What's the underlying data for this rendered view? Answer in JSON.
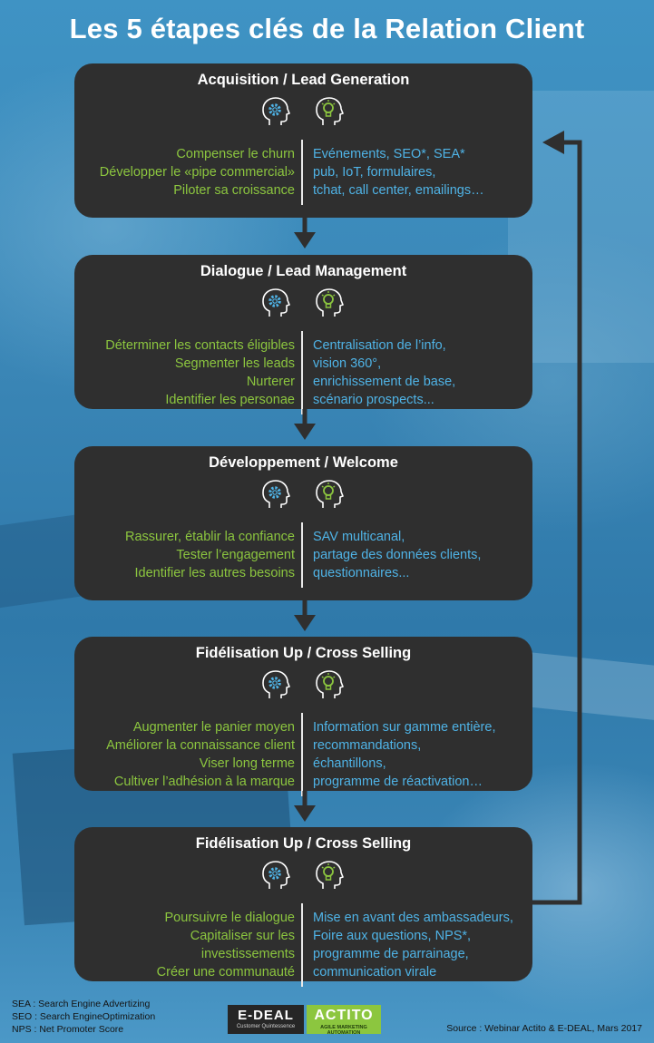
{
  "title": "Les 5 étapes clés de la Relation Client",
  "colors": {
    "accent_green": "#8cc63f",
    "accent_blue": "#4fb3e6",
    "card_bg": "#2f2f2f",
    "background_blue": "#3f8fbf"
  },
  "icons": {
    "left": "brain-gear-icon",
    "right": "head-lightbulb-icon"
  },
  "steps": [
    {
      "title": "Acquisition / Lead Generation",
      "left": [
        "Compenser le churn",
        "Développer le «pipe commercial»",
        "Piloter sa croissance"
      ],
      "right": [
        "Evénements, SEO*, SEA*",
        "pub, IoT, formulaires,",
        "tchat, call center, emailings…"
      ]
    },
    {
      "title": "Dialogue / Lead Management",
      "left": [
        "Déterminer les contacts éligibles",
        "Segmenter les leads",
        "Nurterer",
        "Identifier les personae"
      ],
      "right": [
        "Centralisation de l’info,",
        "vision 360°,",
        "enrichissement de base,",
        "scénario prospects..."
      ]
    },
    {
      "title": "Développement / Welcome",
      "left": [
        "Rassurer, établir la confiance",
        "Tester l’engagement",
        "Identifier les autres besoins"
      ],
      "right": [
        "SAV multicanal,",
        "partage des données clients,",
        "questionnaires..."
      ]
    },
    {
      "title": "Fidélisation Up / Cross Selling",
      "left": [
        "Augmenter le panier moyen",
        "Améliorer la connaissance client",
        "Viser long terme",
        "Cultiver l’adhésion à la marque"
      ],
      "right": [
        "Information sur gamme entière,",
        "recommandations,",
        "échantillons,",
        "programme de réactivation…"
      ]
    },
    {
      "title": "Fidélisation Up / Cross Selling",
      "left": [
        "Poursuivre le dialogue",
        "Capitaliser sur les",
        "investissements",
        "Créer une communauté"
      ],
      "right": [
        "Mise en avant des ambassadeurs,",
        "Foire aux questions, NPS*,",
        "programme de parrainage,",
        "communication virale"
      ]
    }
  ],
  "footnotes": [
    "SEA : Search Engine Advertizing",
    "SEO : Search EngineOptimization",
    "NPS : Net Promoter Score"
  ],
  "source": "Source : Webinar Actito & E-DEAL, Mars 2017",
  "logos": {
    "edeal": {
      "name": "E-DEAL",
      "tagline": "Customer Quintessence"
    },
    "actito": {
      "name": "ACTITO",
      "tagline": "AGILE MARKETING AUTOMATION"
    }
  }
}
